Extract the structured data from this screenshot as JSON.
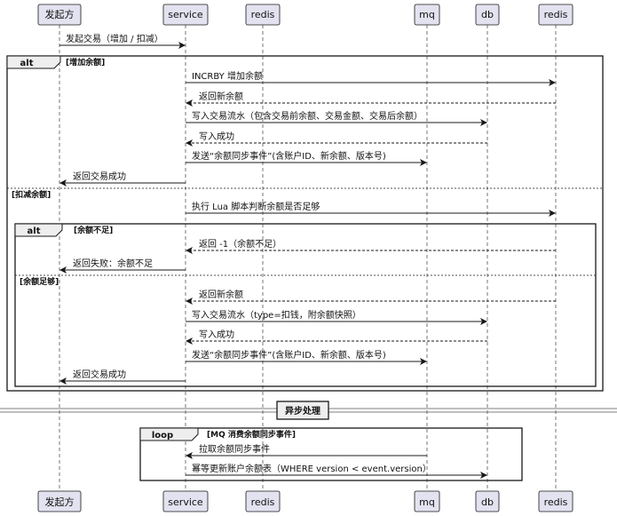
{
  "participants": [
    "发起方",
    "service",
    "redis",
    "mq",
    "db",
    "redis"
  ],
  "messages": {
    "m1": "发起交易（增加 / 扣减）",
    "m2": "INCRBY 增加余额",
    "m3": "返回新余额",
    "m4": "写入交易流水（包含交易前余额、交易金额、交易后余额）",
    "m5": "写入成功",
    "m6": "发送“余额同步事件”(含账户ID、新余额、版本号)",
    "m7": "返回交易成功",
    "m8": "执行 Lua 脚本判断余额是否足够",
    "m9": "返回 -1（余额不足）",
    "m10": "返回失败：余额不足",
    "m11": "返回新余额",
    "m12": "写入交易流水（type=扣钱，附余额快照）",
    "m13": "写入成功",
    "m14": "发送“余额同步事件”(含账户ID、新余额、版本号)",
    "m15": "返回交易成功",
    "m16": "拉取余额同步事件",
    "m17": "幂等更新账户余额表（WHERE version < event.version）"
  },
  "frames": {
    "outer_alt": {
      "tab": "alt",
      "guard1": "[增加余额]",
      "guard2": "[扣减余额]"
    },
    "inner_alt": {
      "tab": "alt",
      "guard1": "[余额不足]",
      "guard2": "[余额足够]"
    },
    "loop": {
      "tab": "loop",
      "guard": "[MQ 消费余额同步事件]"
    }
  },
  "divider": "异步处理",
  "colors": {
    "participant_fill": "#e2e2f0",
    "participant_border": "#181818",
    "line": "#181818",
    "lifeline": "#181818"
  }
}
